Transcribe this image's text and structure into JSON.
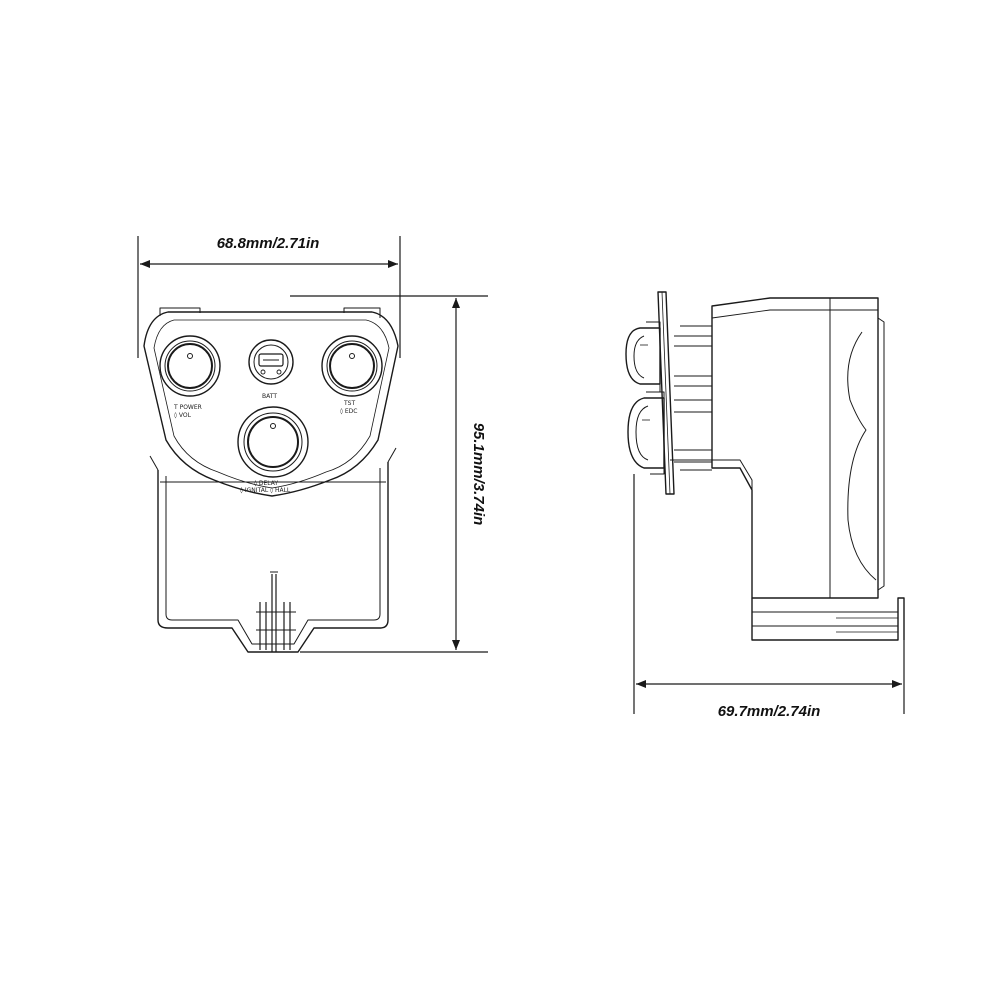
{
  "dimensions": {
    "width_front": "68.8mm/2.71in",
    "height_front": "95.1mm/3.74in",
    "depth_side": "69.7mm/2.74in"
  },
  "panel_labels": {
    "power": "T POWER",
    "vol": "◊ VOL",
    "batt": "BATT",
    "tst": "TST",
    "edc": "◊ EDC",
    "delay": "◊ DELAY",
    "ignition": "◊ IGNITAL  ◊ HALL"
  },
  "colors": {
    "line": "#1a1a1a",
    "background": "#ffffff"
  }
}
